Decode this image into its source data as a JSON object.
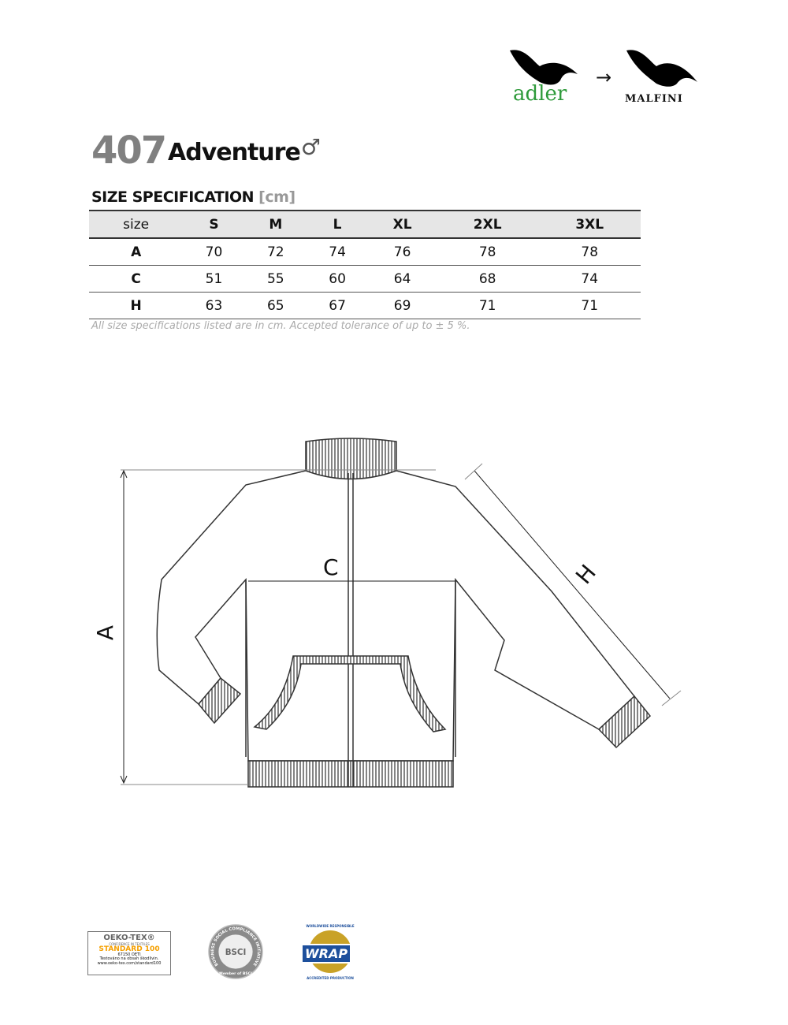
{
  "brand": {
    "from": "adler",
    "to": "MALFINI",
    "arrow": "→"
  },
  "product": {
    "number": "407",
    "name": "Adventure",
    "gender_symbol": "♂"
  },
  "spec": {
    "title": "SIZE SPECIFICATION",
    "unit": "[cm]"
  },
  "table": {
    "headers": [
      "size",
      "S",
      "M",
      "L",
      "XL",
      "2XL",
      "3XL"
    ],
    "rows": [
      [
        "A",
        "70",
        "72",
        "74",
        "76",
        "78",
        "78"
      ],
      [
        "C",
        "51",
        "55",
        "60",
        "64",
        "68",
        "74"
      ],
      [
        "H",
        "63",
        "65",
        "67",
        "69",
        "71",
        "71"
      ]
    ]
  },
  "note": "All size specifications listed are in cm. Accepted tolerance of up to ± 5 %.",
  "diagram": {
    "label_a": "A",
    "label_c": "C",
    "label_h": "H"
  },
  "certifications": {
    "oeko": {
      "title": "OEKO-TEX®",
      "sub": "CONFIDENCE IN TEXTILES",
      "standard": "STANDARD 100",
      "code": "67150 OETI",
      "line1": "Testováno na obsah škodlivin.",
      "line2": "www.oeko-tex.com/standard100"
    },
    "bsci": {
      "name": "BSCI",
      "ring": "BUSINESS SOCIAL COMPLIANCE INITIATIVE",
      "member": "Member of BSCI"
    },
    "wrap": {
      "name": "WRAP",
      "ring_top": "WORLDWIDE RESPONSIBLE",
      "ring_bottom": "ACCREDITED PRODUCTION"
    }
  },
  "colors": {
    "adler_green": "#2e9a3a",
    "oeko_orange": "#f5a000",
    "wrap_blue": "#1d4f9c",
    "wrap_gold": "#c9a227"
  }
}
